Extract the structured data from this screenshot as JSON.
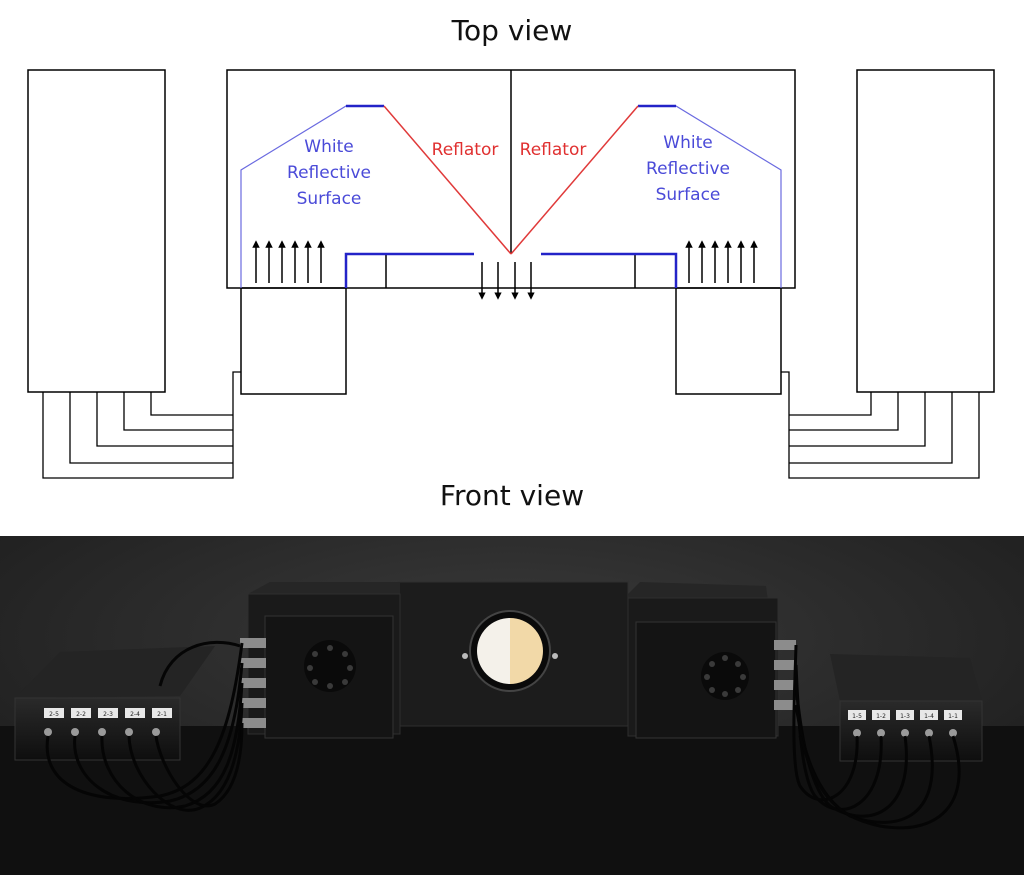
{
  "titles": {
    "top_view": "Top view",
    "front_view": "Front view"
  },
  "labels": {
    "white_reflective_left": [
      "White",
      "Reflective",
      "Surface"
    ],
    "white_reflective_right": [
      "White",
      "Reflective",
      "Surface"
    ],
    "reflator_left": "Reflator",
    "reflator_right": "Reflator"
  },
  "photo": {
    "left_port_tags": [
      "2-5",
      "2-2",
      "2-3",
      "2-4",
      "2-1"
    ],
    "right_port_tags": [
      "1-5",
      "1-2",
      "1-3",
      "1-4",
      "1-1"
    ]
  },
  "colors": {
    "reflector_blue": "#3a3ad8",
    "reflator_red": "#e03a3a",
    "outline": "#000000"
  }
}
